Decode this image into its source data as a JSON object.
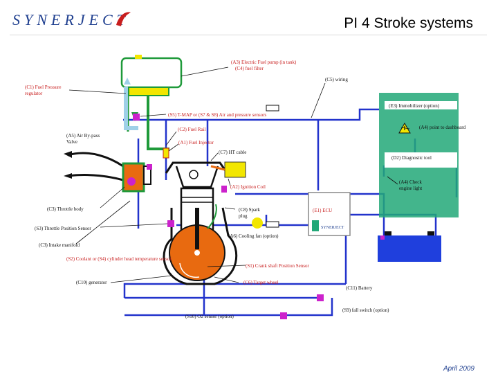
{
  "header": {
    "logo_text": "SYNERJECT",
    "title": "PI 4 Stroke systems"
  },
  "footer": {
    "date": "April 2009"
  },
  "colors": {
    "wire": "#2233cc",
    "fuel_pipe": "#1f9a3a",
    "air_pipe": "#9fd0e8",
    "connector": "#cc22cc",
    "fuel": "#f2e600",
    "accent_red": "#c81e1e",
    "engine_orange": "#e86a10",
    "immobiliser_green": "#22a878"
  },
  "labels": {
    "fuel_pump": "(A3) Electric Fuel pump (in tank)",
    "fuel_filter": "(C4) fuel filter",
    "pressure_regulator_line1": "(C1) Fuel Pressure",
    "pressure_regulator_line2": "regulator",
    "wiring": "(C5) wiring",
    "tmap": "(S5) T-MAP or (S7 & S8) Air and pressure sensors",
    "fuel_rail": "(C2) Fuel Rail",
    "bypass_line1": "(A5) Air By-pass",
    "bypass_line2": "Valve",
    "injector": "(A1) Fuel Injector",
    "ht_cable": "(C7) HT cable",
    "ignition_coil": "(A2) Ignition Coil",
    "immobiliser": "(E3) Immobilizer (option)",
    "dashboard_lamp": "(A4) point to dashboard",
    "diag_tool": "(D2) Diagnostic tool",
    "check_engine_line1": "(A4) Check",
    "check_engine_line2": "engine light",
    "throttle_body": "(C3) Throttle body",
    "spark_plug_line1": "(C8) Spark",
    "spark_plug_line2": "plug",
    "throttle_sensor": "(S3) Throttle Position Sensor",
    "ecu": "(E1) ECU",
    "ecu_logo": "SYNERJECT",
    "cooling_fan": "(A6) Cooling fan (option)",
    "intake_manifold": "(C3) Intake manifold",
    "coolant_sensor": "(S2) Coolant or (S4) cylinder head temperature sensor",
    "crank_sensor": "(S1) Crank shaft Position Sensor",
    "generator": "(C10) generator",
    "target_wheel": "(C6) Target wheel",
    "battery": "(C11) Battery",
    "fall_switch": "(S9) fall switch (option)",
    "o2_sensor": "(S10) O2 sensor (option)"
  }
}
